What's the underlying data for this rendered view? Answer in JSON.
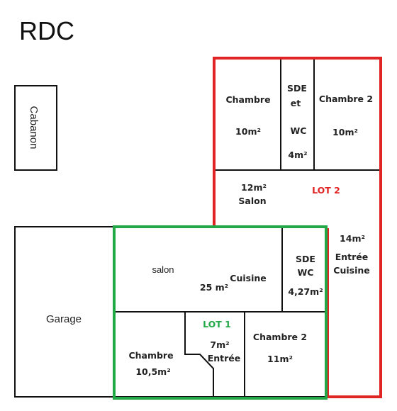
{
  "title": "RDC",
  "colors": {
    "lot2_border": "#e02424",
    "lot1_border": "#22a846",
    "wall": "#111111"
  },
  "outbuildings": {
    "cabanon": "Cabanon",
    "garage": "Garage"
  },
  "lot2": {
    "label": "LOT 2",
    "chambre": {
      "name": "Chambre",
      "area": "10m²"
    },
    "sde": {
      "line1": "SDE",
      "line2": "et",
      "line3": "WC",
      "area": "4m²"
    },
    "chambre2": {
      "name": "Chambre 2",
      "area": "10m²"
    },
    "salon": {
      "area": "12m²",
      "name": "Salon"
    },
    "entree": {
      "area": "14m²",
      "line1": "Entrée",
      "line2": "Cuisine"
    }
  },
  "lot1": {
    "label": "LOT 1",
    "salon": "salon",
    "cuisine": {
      "area": "25 m²",
      "name": "Cuisine"
    },
    "sde": {
      "line1": "SDE",
      "line2": "WC",
      "area": "4,27m²"
    },
    "chambre": {
      "name": "Chambre",
      "area": "10,5m²"
    },
    "entree": {
      "area": "7m²",
      "name": "Entrée"
    },
    "chambre2": {
      "name": "Chambre 2",
      "area": "11m²"
    }
  }
}
